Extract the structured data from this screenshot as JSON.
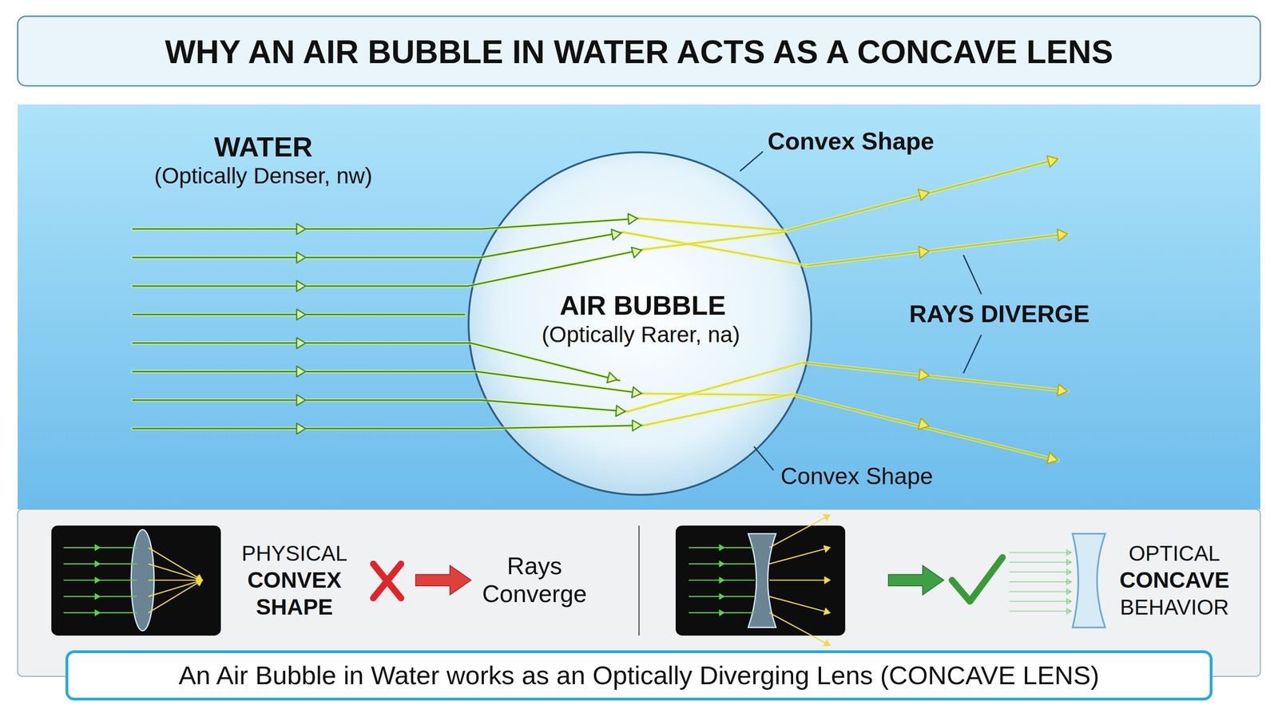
{
  "diagram": {
    "title": "WHY AN AIR BUBBLE IN WATER ACTS AS A CONCAVE LENS",
    "caption": "An Air Bubble in Water works as an Optically Diverging Lens (CONCAVE LENS)",
    "nodes": [
      {
        "text": [
          "WATER",
          "(Optically Denser, nw)"
        ]
      },
      {
        "text": [
          "AIR BUBBLE",
          "(Optically Rarer, na)"
        ],
        "in": 0
      }
    ],
    "labels": [
      "Convex Shape",
      "RAYS DIVERGE",
      "Convex Shape",
      "PHYSICAL",
      "CONVEX",
      "SHAPE",
      "Rays Converge",
      "OPTICAL",
      "CONCAVE",
      "BEHAVIOR"
    ]
  }
}
